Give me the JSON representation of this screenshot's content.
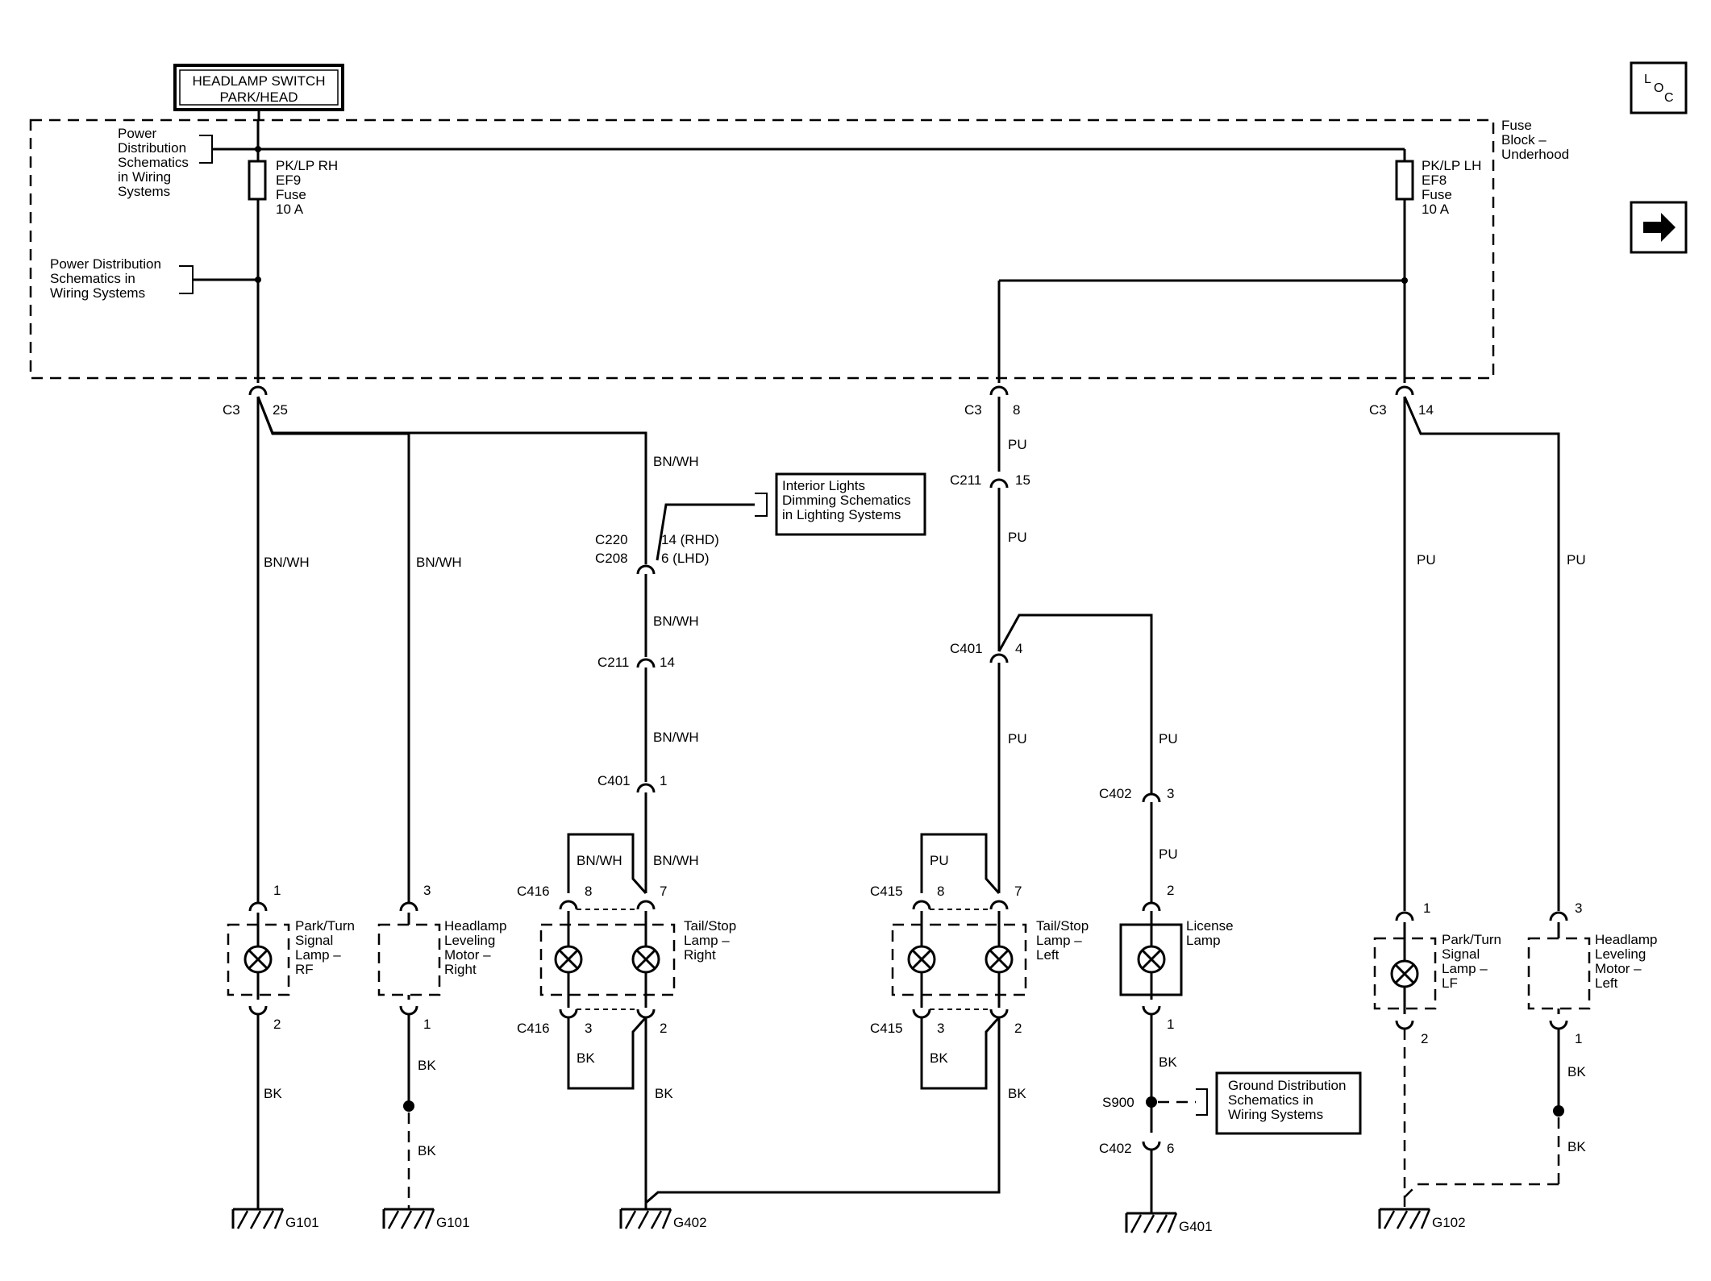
{
  "title_box": {
    "line1": "HEADLAMP SWITCH",
    "line2": "PARK/HEAD"
  },
  "nav": {
    "loc_icon": "loc-icon",
    "next_icon": "arrow-right-icon"
  },
  "fuse_block": {
    "line1": "Fuse",
    "line2": "Block –",
    "line3": "Underhood"
  },
  "refs": {
    "power_dist_top": [
      "Power",
      "Distribution",
      "Schematics",
      "in Wiring",
      "Systems"
    ],
    "power_dist_mid": [
      "Power Distribution",
      "Schematics in",
      "Wiring Systems"
    ],
    "interior_lights": [
      "Interior Lights",
      "Dimming Schematics",
      "in Lighting Systems"
    ],
    "ground_dist": [
      "Ground Distribution",
      "Schematics in",
      "Wiring Systems"
    ]
  },
  "fuses": {
    "rh": [
      "PK/LP RH",
      "EF9",
      "Fuse",
      "10 A"
    ],
    "lh": [
      "PK/LP LH",
      "EF8",
      "Fuse",
      "10 A"
    ]
  },
  "connectors": {
    "c3": "C3",
    "c211": "C211",
    "c220": "C220",
    "c208": "C208",
    "c401": "C401",
    "c402": "C402",
    "c415": "C415",
    "c416": "C416",
    "s900": "S900"
  },
  "pins": {
    "p25": "25",
    "p8": "8",
    "p14": "14",
    "p15": "15",
    "p4": "4",
    "p1": "1",
    "p2": "2",
    "p3": "3",
    "p6": "6",
    "p7": "7",
    "p14_rhd": "14 (RHD)",
    "p6_lhd": "6 (LHD)"
  },
  "wires": {
    "bnwh": "BN/WH",
    "pu": "PU",
    "bk": "BK"
  },
  "components": {
    "park_rf": [
      "Park/Turn",
      "Signal",
      "Lamp –",
      "RF"
    ],
    "lev_right": [
      "Headlamp",
      "Leveling",
      "Motor –",
      "Right"
    ],
    "tail_right": [
      "Tail/Stop",
      "Lamp –",
      "Right"
    ],
    "tail_left": [
      "Tail/Stop",
      "Lamp –",
      "Left"
    ],
    "license": [
      "License",
      "Lamp"
    ],
    "park_lf": [
      "Park/Turn",
      "Signal",
      "Lamp –",
      "LF"
    ],
    "lev_left": [
      "Headlamp",
      "Leveling",
      "Motor –",
      "Left"
    ]
  },
  "grounds": {
    "g101": "G101",
    "g402": "G402",
    "g401": "G401",
    "g102": "G102"
  }
}
